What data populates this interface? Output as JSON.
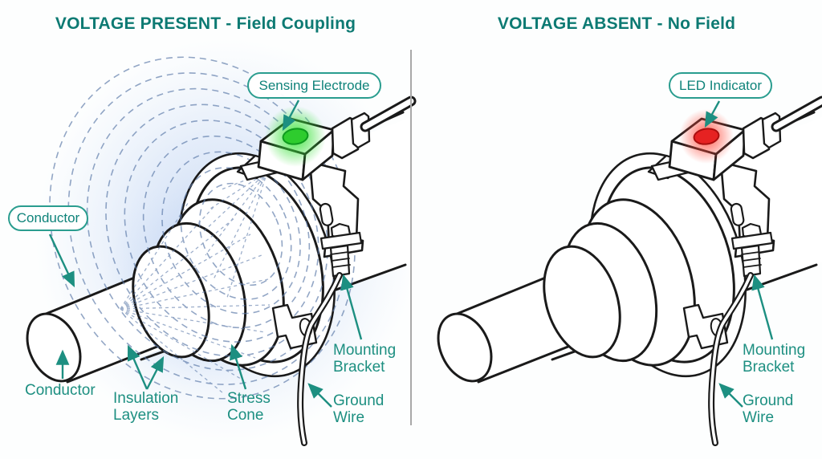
{
  "colors": {
    "title_teal": "#0d7a73",
    "label_teal": "#1d8f81",
    "callout_border": "#2a9d8f",
    "line_art": "#1a1a1a",
    "field_line_blue": "#5b79a8",
    "field_glow_blue": "#9fbceb",
    "divider_gray": "#a9a9a9"
  },
  "left_panel": {
    "title": "VOLTAGE PRESENT - Field Coupling",
    "callouts": {
      "sensing_electrode": "Sensing Electrode",
      "conductor": "Conductor"
    },
    "labels": {
      "conductor": "Conductor",
      "insulation_layers": "Insulation\nLayers",
      "stress_cone": "Stress\nCone",
      "mounting_bracket": "Mounting\nBracket",
      "ground_wire": "Ground\nWire"
    },
    "led": {
      "state": "on",
      "color": "#2ecc2e",
      "stroke": "#0e9a1e",
      "glow": "#3ae23a"
    }
  },
  "right_panel": {
    "title": "VOLTAGE ABSENT - No Field",
    "callouts": {
      "led_indicator": "LED Indicator"
    },
    "labels": {
      "mounting_bracket": "Mounting\nBracket",
      "ground_wire": "Ground\nWire"
    },
    "led": {
      "state": "off",
      "color": "#e62222",
      "stroke": "#a90f0f",
      "glow": "#ff4b3c"
    }
  }
}
